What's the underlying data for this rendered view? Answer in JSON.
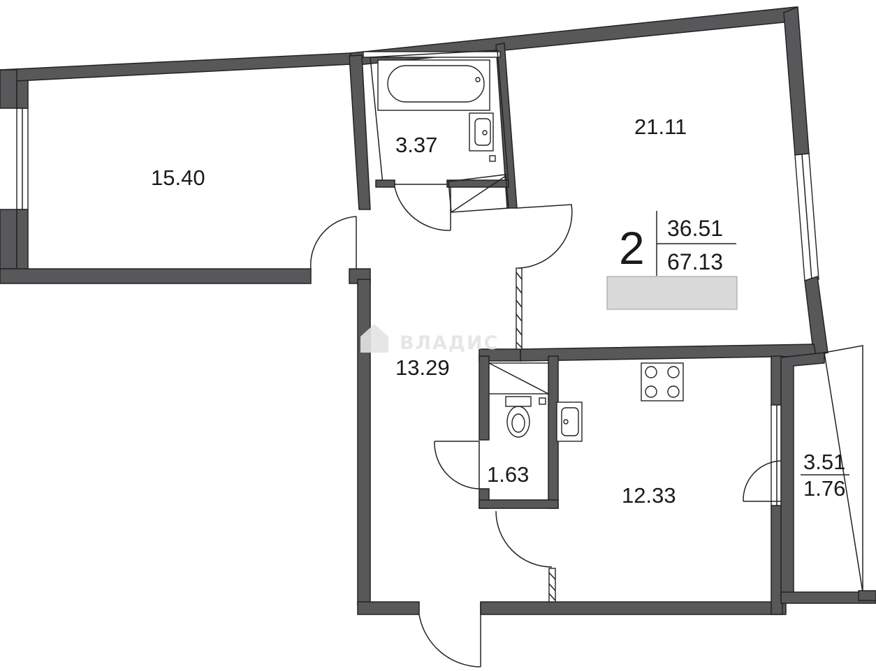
{
  "rooms": {
    "bedroom": "15.40",
    "bathroom": "3.37",
    "living_room": "21.11",
    "hallway": "13.29",
    "toilet": "1.63",
    "kitchen": "12.33",
    "balcony_total": "3.51",
    "balcony_reduced": "1.76"
  },
  "summary": {
    "room_count": "2",
    "living_area": "36.51",
    "total_area": "67.13",
    "bar_color": "#d9d9d9"
  },
  "watermark": "ВЛАДИС",
  "colors": {
    "wall": "#58585a",
    "line": "#222222",
    "background": "#ffffff"
  }
}
